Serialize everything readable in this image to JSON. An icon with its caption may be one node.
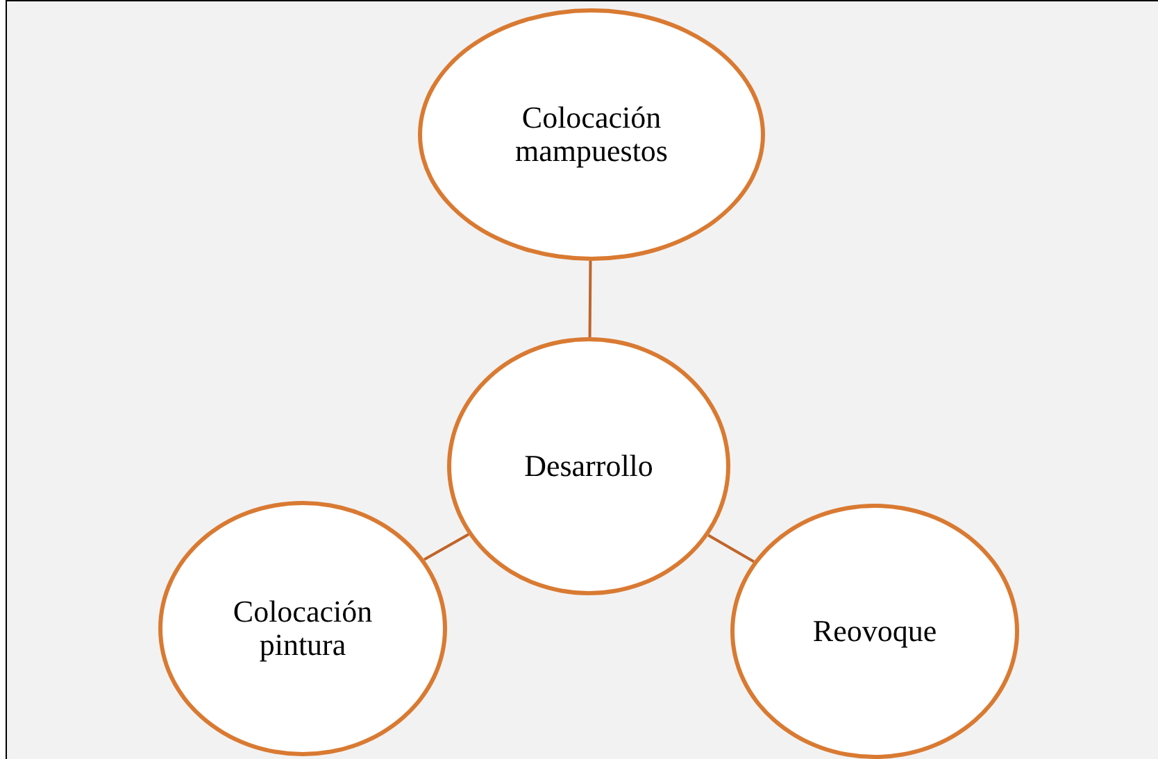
{
  "diagram": {
    "nodes": [
      {
        "text": [
          "Colocación mampuestos"
        ]
      },
      {
        "text": [
          "Desarrollo"
        ]
      },
      {
        "text": [
          "Colocación pintura"
        ]
      },
      {
        "text": [
          "Reovoque"
        ]
      }
    ],
    "edges": [
      {
        "from": 1,
        "to": 0,
        "arrow": "none"
      },
      {
        "from": 1,
        "to": 2,
        "arrow": "none"
      },
      {
        "from": 1,
        "to": 3,
        "arrow": "none"
      }
    ]
  }
}
